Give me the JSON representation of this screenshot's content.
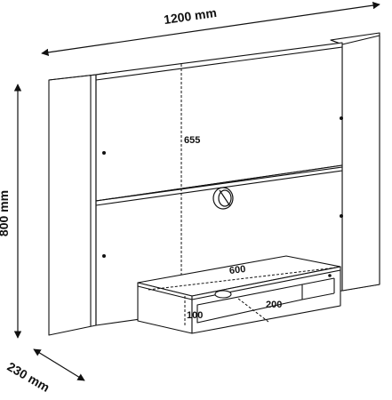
{
  "dimensions": {
    "width_label": "1200 mm",
    "height_label": "800 mm",
    "depth_label": "230 mm",
    "panel_height_label": "655",
    "shelf_width_label": "600",
    "shelf_depth_label": "200",
    "shelf_height_label": "100"
  },
  "colors": {
    "line": "#111111",
    "fill": "#ffffff"
  }
}
